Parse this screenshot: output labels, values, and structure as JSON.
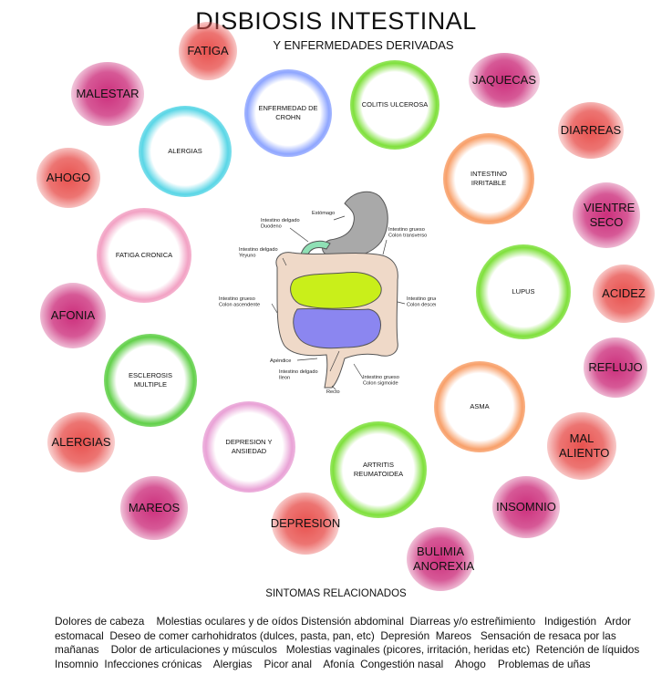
{
  "title": "DISBIOSIS INTESTINAL",
  "subtitle": "Y ENFERMEDADES DERIVADAS",
  "outer_bubbles": [
    {
      "label": "FATIGA",
      "color": "#e8524f"
    },
    {
      "label": "MALESTAR",
      "color": "#cc2f7c"
    },
    {
      "label": "AHOGO",
      "color": "#e8524f"
    },
    {
      "label": "AFONIA",
      "color": "#cc2f7c"
    },
    {
      "label": "ALERGIAS",
      "color": "#e8524f"
    },
    {
      "label": "MAREOS",
      "color": "#cc2f7c"
    },
    {
      "label": "DEPRESION",
      "color": "#e8524f"
    },
    {
      "label": "BULIMIA ANOREXIA",
      "color": "#cc2f7c"
    },
    {
      "label": "INSOMNIO",
      "color": "#cc2f7c"
    },
    {
      "label": "MAL ALIENTO",
      "color": "#e8524f"
    },
    {
      "label": "REFLUJO",
      "color": "#cc2f7c"
    },
    {
      "label": "ACIDEZ",
      "color": "#e8524f"
    },
    {
      "label": "VIENTRE SECO",
      "color": "#cc2f7c"
    },
    {
      "label": "DIARREAS",
      "color": "#e8524f"
    },
    {
      "label": "JAQUECAS",
      "color": "#cc2f7c"
    }
  ],
  "inner_rings": [
    {
      "label": "ENFERMEDAD DE CROHN",
      "color": "#8fa6ff"
    },
    {
      "label": "COLITIS ULCEROSA",
      "color": "#7fe03c"
    },
    {
      "label": "ALERGIAS",
      "color": "#5ad6e6"
    },
    {
      "label": "INTESTINO IRRITABLE",
      "color": "#f8a06a"
    },
    {
      "label": "FATIGA CRONICA",
      "color": "#f2a2c4"
    },
    {
      "label": "LUPUS",
      "color": "#7fe03c"
    },
    {
      "label": "ESCLEROSIS MULTIPLE",
      "color": "#62d04a"
    },
    {
      "label": "ASMA",
      "color": "#f8a06a"
    },
    {
      "label": "DEPRESION Y ANSIEDAD",
      "color": "#e9a2d6"
    },
    {
      "label": "ARTRITIS REUMATOIDEA",
      "color": "#7fe03c"
    }
  ],
  "diagram_labels": {
    "estomago": "Estómago",
    "duodeno": "Intestino delgado\nDuodeno",
    "yeyuno": "Intestino delgado\nYeyuno",
    "transverso": "Intestino grueso\nColon transverso",
    "ascendente": "Intestino grueso\nColon ascendente",
    "descendente": "Intestino grueso\nColon descendente",
    "apendice": "Apéndice",
    "ileon": "Intestino delgado\nIleon",
    "sigmoide": "Intestino grueso\nColon sigmoide",
    "recto": "Recto"
  },
  "symptoms_title": "SINTOMAS RELACIONADOS",
  "symptoms_text": "Dolores de cabeza    Molestias oculares y de oídos Distensión abdominal  Diarreas y/o estreñimiento   Indigestión   Ardor estomacal  Deseo de comer carhohidratos (dulces, pasta, pan, etc)  Depresión  Mareos   Sensación de resaca por las mañanas    Dolor de articulaciones y músculos   Molestias vaginales (picores, irritación, heridas etc)  Retención de líquidos Insomnio  Infecciones crónicas    Alergias    Picor anal    Afonía  Congestión nasal    Ahogo    Problemas de uñas"
}
